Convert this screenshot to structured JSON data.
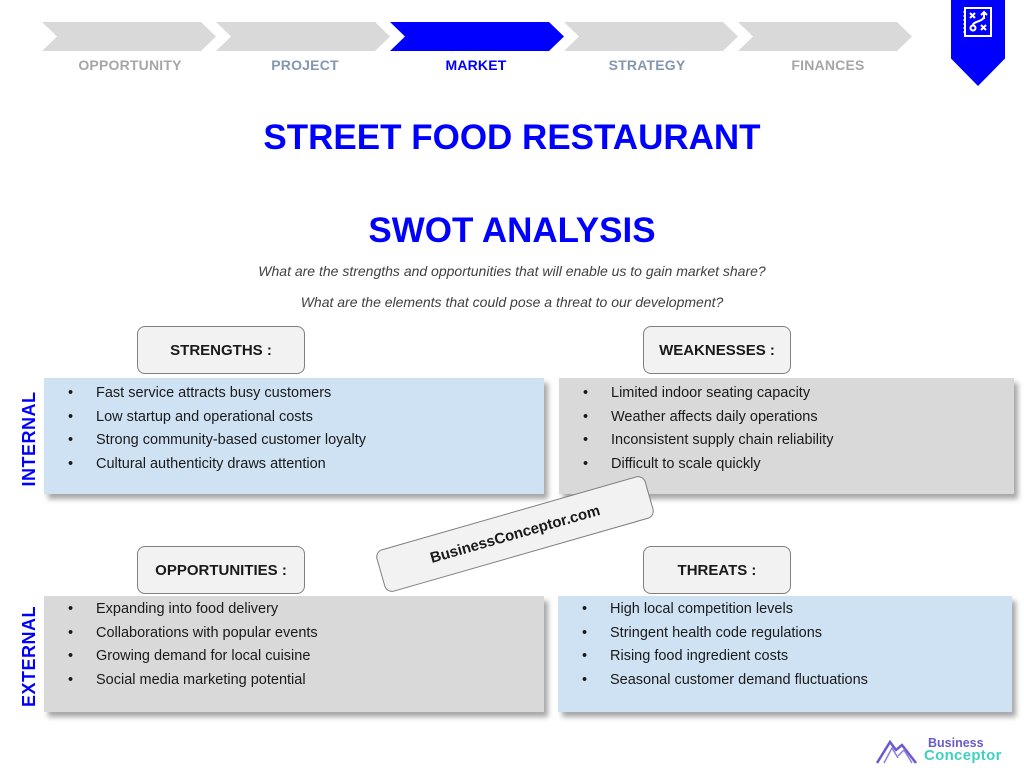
{
  "nav": {
    "steps": [
      {
        "label": "OPPORTUNITY",
        "active": false
      },
      {
        "label": "PROJECT",
        "active": false
      },
      {
        "label": "MARKET",
        "active": true
      },
      {
        "label": "STRATEGY",
        "active": false
      },
      {
        "label": "FINANCES",
        "active": false
      }
    ],
    "bookmark_icon": "strategy-plan-icon"
  },
  "header": {
    "title": "STREET FOOD RESTAURANT",
    "section_title": "SWOT ANALYSIS",
    "subtitle_1": "What are the strengths and opportunities that will enable us to gain market share?",
    "subtitle_2": "What are the elements that could pose a threat to our development?"
  },
  "axes": {
    "internal": "INTERNAL",
    "external": "EXTERNAL"
  },
  "swot": {
    "strengths": {
      "label": "STRENGTHS :",
      "items": [
        "Fast service attracts busy customers",
        "Low startup and operational costs",
        "Strong community-based customer loyalty",
        "Cultural authenticity draws attention"
      ]
    },
    "weaknesses": {
      "label": "WEAKNESSES :",
      "items": [
        "Limited indoor seating capacity",
        "Weather affects daily operations",
        "Inconsistent supply chain reliability",
        "Difficult to scale quickly"
      ]
    },
    "opportunities": {
      "label": "OPPORTUNITIES :",
      "items": [
        "Expanding into food delivery",
        "Collaborations with popular events",
        "Growing demand for local cuisine",
        "Social media marketing potential"
      ]
    },
    "threats": {
      "label": "THREATS :",
      "items": [
        "High local competition levels",
        "Stringent health code regulations",
        "Rising food ingredient costs",
        "Seasonal customer demand fluctuations"
      ]
    }
  },
  "watermark": "BusinessConceptor.com",
  "logo": {
    "line1": "Business",
    "line2": "Conceptor"
  },
  "bullet": "•",
  "colors": {
    "accent": "#0000ff",
    "inactive_step": "#d9d9d9",
    "blue_card": "#cfe2f3",
    "grey_card": "#d9d9d9"
  }
}
